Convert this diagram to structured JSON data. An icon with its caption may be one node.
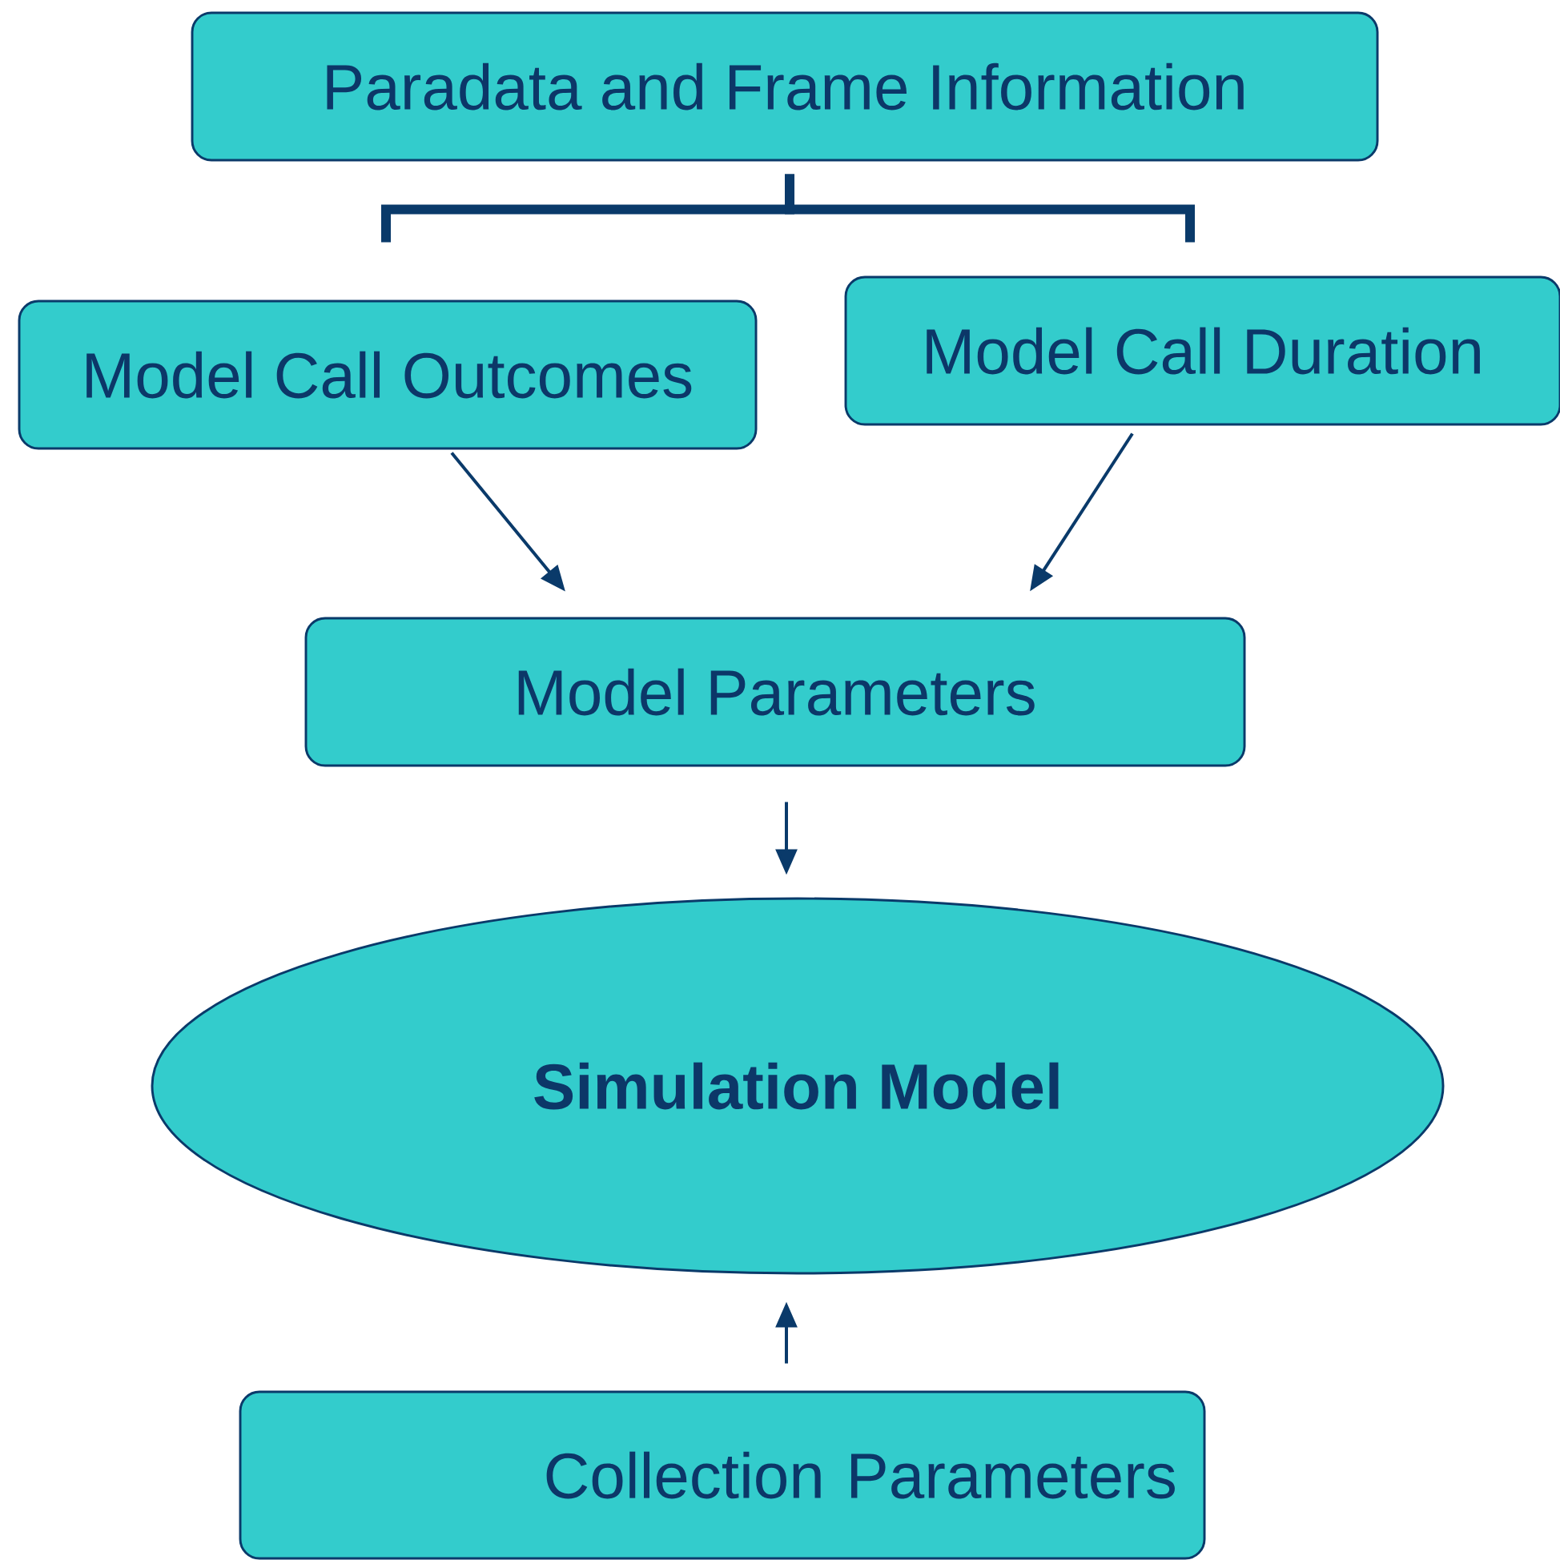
{
  "diagram": {
    "nodes": [
      {
        "text": [
          "Paradata and Frame Information"
        ]
      },
      {
        "text": [
          "Model Call Outcomes"
        ]
      },
      {
        "text": [
          "Model Call Duration"
        ]
      },
      {
        "text": [
          "Model Parameters"
        ]
      },
      {
        "text": [
          "Simulation Model"
        ]
      },
      {
        "text": [
          "Collection Parameters"
        ]
      }
    ],
    "edges": [
      {
        "from": 0,
        "to": 1,
        "arrow": "none",
        "style": "thick"
      },
      {
        "from": 0,
        "to": 2,
        "arrow": "none",
        "style": "thick"
      },
      {
        "from": 1,
        "to": 3,
        "arrow": "to"
      },
      {
        "from": 2,
        "to": 3,
        "arrow": "to"
      },
      {
        "from": 3,
        "to": 4,
        "arrow": "to"
      },
      {
        "from": 5,
        "to": 4,
        "arrow": "to"
      }
    ]
  }
}
